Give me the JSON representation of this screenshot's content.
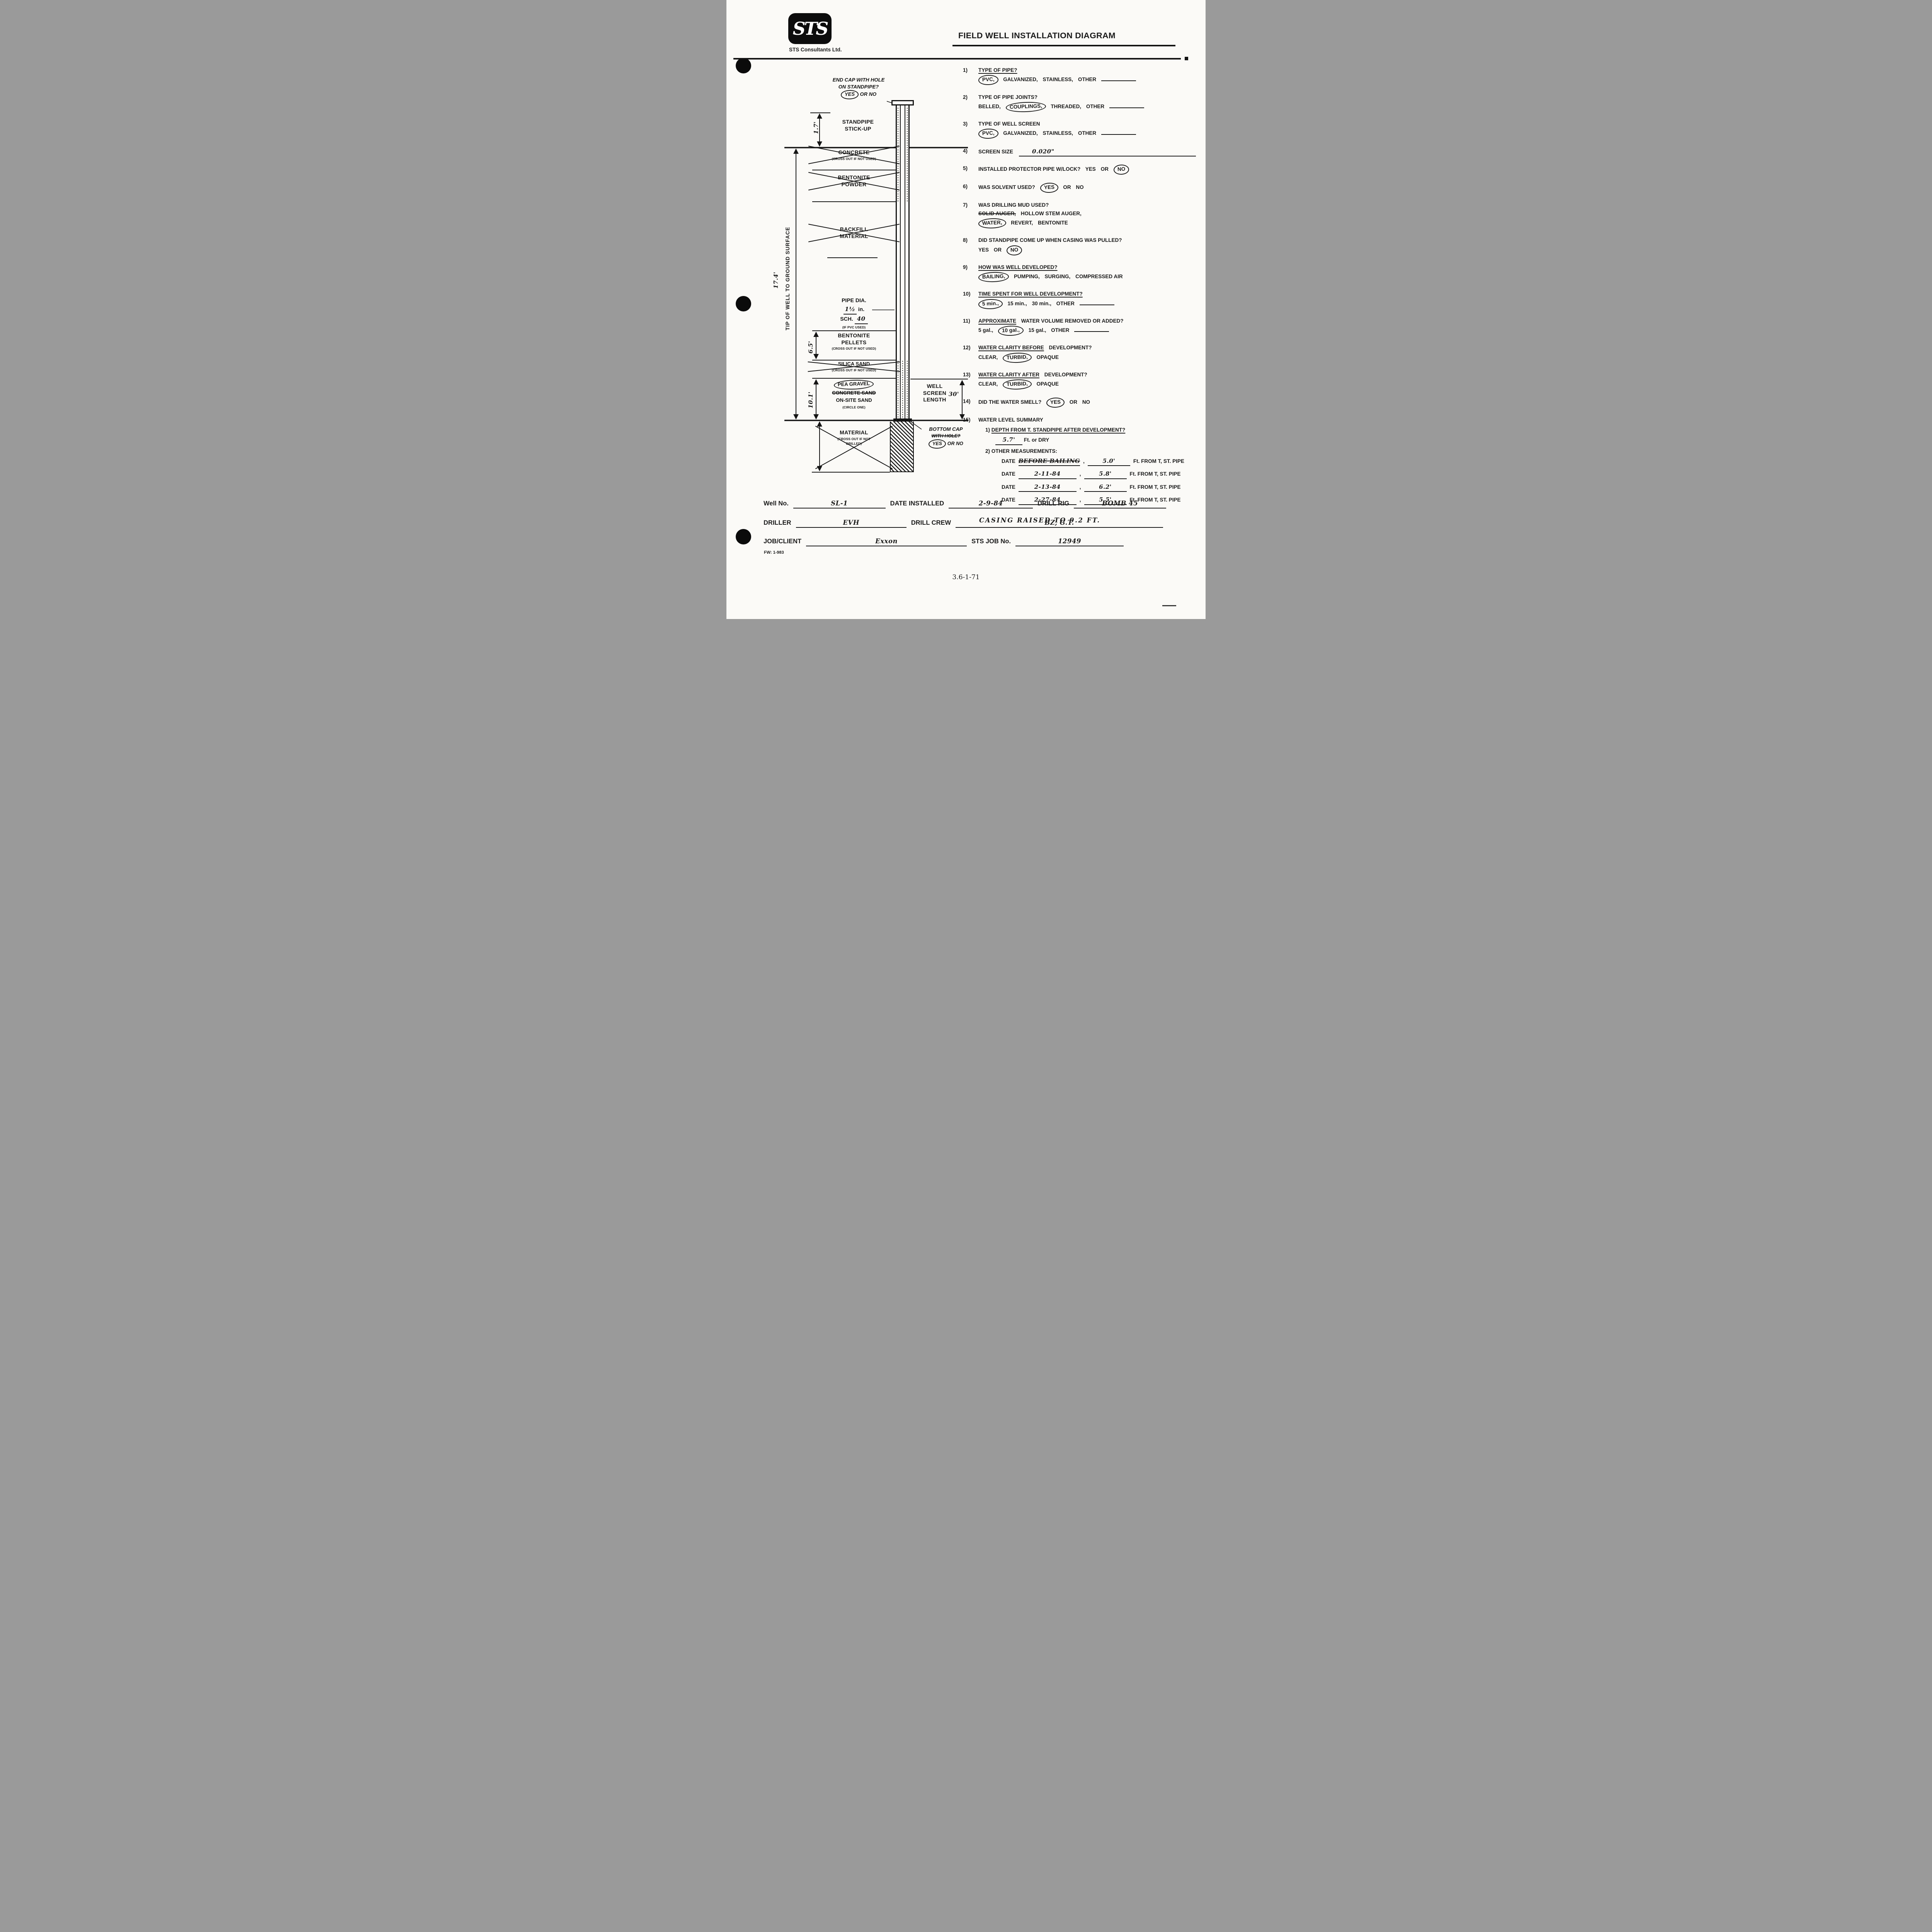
{
  "header": {
    "logo_text": "STS",
    "company": "STS Consultants Ltd.",
    "title": "FIELD WELL INSTALLATION DIAGRAM"
  },
  "diagram": {
    "end_cap_line1": "END CAP WITH HOLE",
    "end_cap_line2": "ON STANDPIPE?",
    "end_cap_yes": "YES",
    "end_cap_orno": "OR NO",
    "stickup_dim": "1.7'",
    "standpipe_line1": "STANDPIPE",
    "standpipe_line2": "STICK-UP",
    "tip_label": "TIP OF WELL TO GROUND SURFACE",
    "tip_dim": "17.4'",
    "concrete_name": "CONCRETE",
    "concrete_note": "(CROSS OUT IF NOT USED)",
    "bentonite_powder_line1": "BENTONITE",
    "bentonite_powder_line2": "POWDER",
    "backfill_line1": "BACKFILL",
    "backfill_line2": "MATERIAL",
    "pipe_dia_label": "PIPE DIA.",
    "pipe_dia_value": "1½",
    "pipe_dia_unit": "in.",
    "sch_label": "SCH.",
    "sch_value": "40",
    "pipe_dia_note": "(IF PVC USED)",
    "pellets_line1": "BENTONITE",
    "pellets_line2": "PELLETS",
    "pellets_note": "(CROSS OUT IF NOT USED)",
    "pellets_dim": "6.5'",
    "silica_name": "SILICA SAND",
    "silica_note": "(CROSS OUT IF NOT USED)",
    "gravel_opt1": "PEA GRAVEL",
    "gravel_opt2": "CONCRETE SAND",
    "gravel_opt3": "ON-SITE SAND",
    "gravel_note": "(CIRCLE ONE)",
    "gravel_dim": "10.1'",
    "screen_line1": "WELL",
    "screen_line2": "SCREEN",
    "screen_line3": "LENGTH",
    "screen_dim": "30'",
    "material_name": "MATERIAL",
    "material_note1": "(CROSS OUT IF NOT",
    "material_note2": "DRILLED)",
    "bottom_cap_label": "BOTTOM CAP",
    "bottom_cap_hole": "WITH HOLE?",
    "bottom_cap_yes": "YES",
    "bottom_cap_orno": "OR NO"
  },
  "questions": {
    "q1": {
      "n": "1)",
      "t": "TYPE OF PIPE?",
      "a": "PVC,",
      "b": "GALVANIZED,",
      "c": "STAINLESS,",
      "d": "OTHER"
    },
    "q2": {
      "n": "2)",
      "t": "TYPE OF PIPE JOINTS?",
      "a": "BELLED,",
      "b": "COUPLINGS,",
      "c": "THREADED,",
      "d": "OTHER"
    },
    "q3": {
      "n": "3)",
      "t": "TYPE OF WELL SCREEN",
      "a": "PVC,",
      "b": "GALVANIZED,",
      "c": "STAINLESS,",
      "d": "OTHER"
    },
    "q4": {
      "n": "4)",
      "t": "SCREEN SIZE",
      "val": "0.020\""
    },
    "q5": {
      "n": "5)",
      "t": "INSTALLED PROTECTOR PIPE W/LOCK?",
      "yes": "YES",
      "or": "OR",
      "no": "NO"
    },
    "q6": {
      "n": "6)",
      "t": "WAS SOLVENT USED?",
      "yes": "YES",
      "or": "OR",
      "no": "NO"
    },
    "q7": {
      "n": "7)",
      "t": "WAS DRILLING MUD USED?",
      "a": "SOLID AUGER,",
      "b": "HOLLOW STEM AUGER,",
      "c": "WATER,",
      "d": "REVERT,",
      "e": "BENTONITE"
    },
    "q8": {
      "n": "8)",
      "t": "DID STANDPIPE COME UP WHEN CASING WAS PULLED?",
      "yes": "YES",
      "or": "OR",
      "no": "NO"
    },
    "q9": {
      "n": "9)",
      "t": "HOW WAS WELL DEVELOPED?",
      "a": "BAILING,",
      "b": "PUMPING,",
      "c": "SURGING,",
      "d": "COMPRESSED AIR"
    },
    "q10": {
      "n": "10)",
      "t": "TIME SPENT FOR WELL DEVELOPMENT?",
      "a": "5 min.,",
      "b": "15 min.,",
      "c": "30 min.,",
      "d": "OTHER"
    },
    "q11": {
      "n": "11)",
      "t1": "APPROXIMATE",
      "t2": "WATER VOLUME REMOVED OR ADDED?",
      "a": "5 gal.,",
      "b": "10 gal.,",
      "c": "15 gal.,",
      "d": "OTHER"
    },
    "q12": {
      "n": "12)",
      "t1": "WATER CLARITY BEFORE",
      "t2": "DEVELOPMENT?",
      "a": "CLEAR,",
      "b": "TURBID,",
      "c": "OPAQUE"
    },
    "q13": {
      "n": "13)",
      "t1": "WATER CLARITY AFTER",
      "t2": "DEVELOPMENT?",
      "a": "CLEAR,",
      "b": "TURBID,",
      "c": "OPAQUE"
    },
    "q14": {
      "n": "14)",
      "t": "DID THE WATER SMELL?",
      "yes": "YES",
      "or": "OR",
      "no": "NO"
    },
    "q15": {
      "n": "15)",
      "t": "WATER LEVEL SUMMARY",
      "s1n": "1)",
      "s1t": "DEPTH FROM T. STANDPIPE AFTER DEVELOPMENT?",
      "s1val": "5.7'",
      "s1suf": "Ft. or DRY",
      "s2n": "2)",
      "s2t": "OTHER MEASUREMENTS:",
      "date_label": "DATE",
      "sep": ",",
      "rows": [
        {
          "date": "BEFORE BAILING",
          "meas": "5.0'",
          "suf": "Ft. FROM T, ST. PIPE"
        },
        {
          "date": "2-11-84",
          "meas": "5.8'",
          "suf": "Ft. FROM T, ST. PIPE"
        },
        {
          "date": "2-13-84",
          "meas": "6.2'",
          "suf": "Ft. FROM T, ST. PIPE"
        },
        {
          "date": "2-27-84",
          "meas": "5.5'",
          "suf": "Ft. FROM T, ST. PIPE"
        }
      ]
    },
    "note": "CASING RAISED TO 9.2 FT."
  },
  "footer": {
    "well_no_label": "Well No.",
    "well_no": "SL-1",
    "date_installed_label": "DATE INSTALLED",
    "date_installed": "2-9-84",
    "drill_rig_label": "DRILL RIG",
    "drill_rig": "BOMB 45",
    "driller_label": "DRILLER",
    "driller": "EVH",
    "drill_crew_label": "DRILL CREW",
    "drill_crew": "BZ, G.T.",
    "job_client_label": "JOB/CLIENT",
    "job_client": "Exxon",
    "sts_job_label": "STS JOB No.",
    "sts_job": "12949",
    "form_code": "FW: 1-983",
    "page_code": "3.6-1-71"
  }
}
